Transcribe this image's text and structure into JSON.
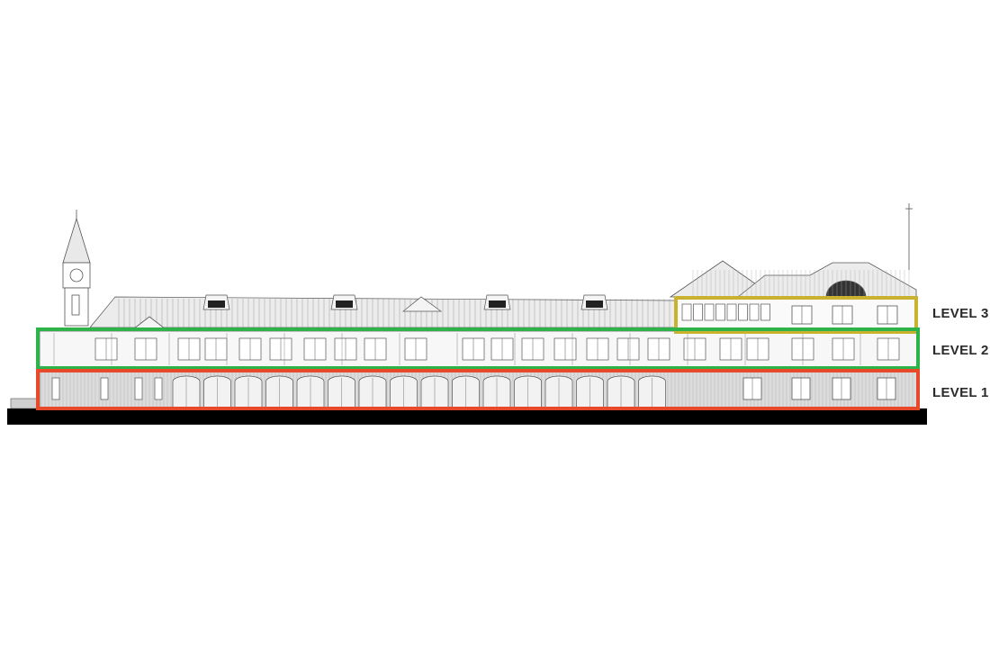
{
  "diagram": {
    "levels": [
      {
        "id": "level-3",
        "label": "LEVEL 3",
        "color": "#c9b230"
      },
      {
        "id": "level-2",
        "label": "LEVEL 2",
        "color": "#2db34a"
      },
      {
        "id": "level-1",
        "label": "LEVEL 1",
        "color": "#e8492a"
      }
    ],
    "line_color": "#555555",
    "fill_color": "#e3e3e3",
    "ground_color": "#000000"
  }
}
